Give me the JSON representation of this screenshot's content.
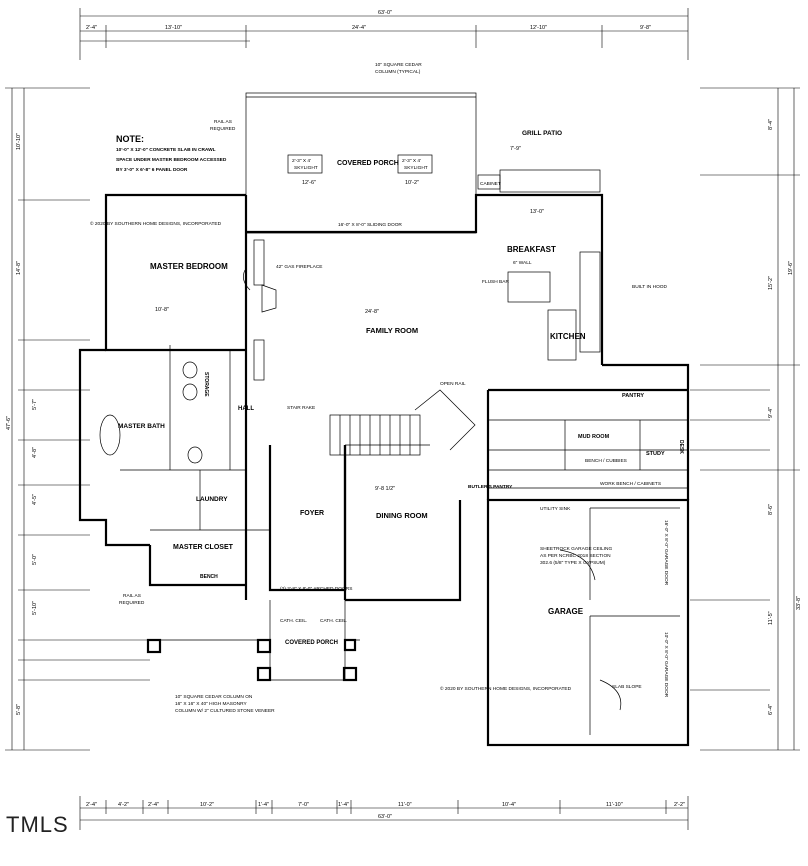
{
  "rooms": {
    "master_bedroom": "MASTER BEDROOM",
    "covered_porch_rear": "COVERED PORCH",
    "grill_patio": "GRILL PATIO",
    "breakfast": "BREAKFAST",
    "family_room": "FAMILY ROOM",
    "kitchen": "KITCHEN",
    "master_bath": "MASTER BATH",
    "laundry": "LAUNDRY",
    "master_closet": "MASTER CLOSET",
    "foyer": "FOYER",
    "dining_room": "DINING ROOM",
    "garage": "GARAGE",
    "covered_porch_front": "COVERED PORCH",
    "mud_room": "MUD ROOM",
    "study": "STUDY",
    "pantry": "PANTRY",
    "hall": "HALL",
    "storage": "STORAGE",
    "butlers_pantry": "BUTLER'S PANTRY",
    "bench": "BENCH",
    "desk": "DESK"
  },
  "notes": {
    "note_title": "NOTE:",
    "note_line1": "10'-0\" X 12'-0\" CONCRETE SLAB IN CRAWL",
    "note_line2": "SPACE UNDER MASTER BEDROOM ACCESSED",
    "note_line3": "BY 3'-0\" X 6'-8\" 6 PANEL DOOR",
    "copyright_1": "© 2020 BY SOUTHERN HOME DESIGNS, INCORPORATED",
    "copyright_2": "© 2020 BY SOUTHERN HOME DESIGNS, INCORPORATED",
    "cedar_column_1": "10\" SQUARE CEDAR",
    "cedar_column_2": "COLUMN (TYPICAL)",
    "rail_1": "RAIL AS",
    "rail_2": "REQUIRED",
    "skylight_1": "2'-3\" X 4'",
    "skylight_2": "SKYLIGHT",
    "sliding_door": "16'-0\" X 8'-0\" SLIDING DOOR",
    "fireplace": "42\" GAS FIREPLACE",
    "flush_bar": "FLUSH BAR",
    "built_in_hood": "BUILT IN HOOD",
    "open_rail": "OPEN RAIL",
    "stair_rake": "STAIR RAKE",
    "wall_6": "6\" WALL",
    "sheetrock_1": "SHEETROCK GARAGE CEILING",
    "sheetrock_2": "AS PER NCRBC 2018 SECTION",
    "sheetrock_3": "302.6 (5/8\" TYPE X GYPSUM)",
    "utility_sink": "UTILITY SINK",
    "slab_slope": "SLAB SLOPE",
    "bench_cubbies": "BENCH / CUBBIES",
    "work_bench": "WORK BENCH / CABINETS",
    "cabinet": "CABINET",
    "arched_doors": "(2) 2'-8\" X 8'-0\" ARCHED DOORS",
    "cedar_masonry_1": "10\" SQUARE CEDAR COLUMN ON",
    "cedar_masonry_2": "16\" X 16\" X 40\" HIGH MASONRY",
    "cedar_masonry_3": "COLUMN W/ 2\" CULTURED STONE VENEER",
    "garage_door_1": "16'-0\" X 8'-0\" GARAGE DOOR",
    "garage_door_2": "10'-0\" X 8'-0\" GARAGE DOOR",
    "cath_ceil": "CATH. CEIL."
  },
  "dims": {
    "overall_top": "63'-0\"",
    "overall_bottom": "63'-0\"",
    "top_row": [
      "2'-4\"",
      "13'-10\"",
      "24'-4\"",
      "12'-10\"",
      "9'-8\""
    ],
    "bottom_row": [
      "2'-4\"",
      "4'-2\"",
      "2'-4\"",
      "10'-2\"",
      "1'-4\"",
      "7'-0\"",
      "1'-4\"",
      "11'-0\"",
      "10'-4\"",
      "11'-10\"",
      "2'-2\""
    ],
    "left_side": [
      "10'-10\"",
      "14'-8\"",
      "47'-6\"",
      "5'-7\"",
      "4'-8\"",
      "4'-5\"",
      "5'-0\"",
      "5'-10\"",
      "5'-8\""
    ],
    "right_side": [
      "8'-4\"",
      "19'-6\"",
      "15'-2\"",
      "9'-4\"",
      "33'-8\"",
      "8'-6\"",
      "11'-5\"",
      "6'-4\""
    ],
    "family_room_w": "24'-8\"",
    "porch_w": "12'-6\"",
    "porch_w2": "10'-2\"",
    "master_w": "10'-8\"",
    "dining_w": "9'-8 1/2\"",
    "breakfast_w": "13'-0\"",
    "grill_w": "7'-9\""
  }
}
